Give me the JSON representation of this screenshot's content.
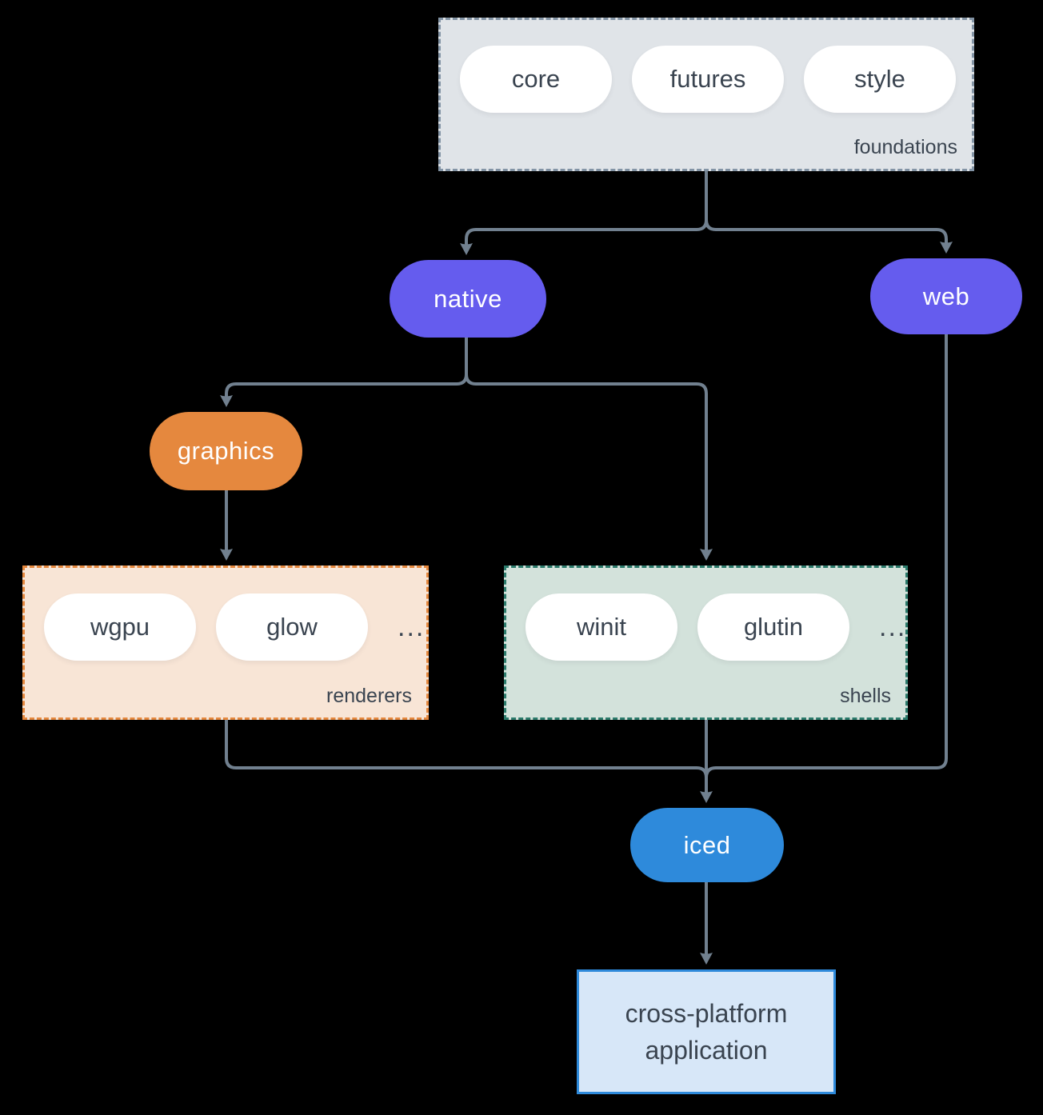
{
  "diagram": {
    "foundations": {
      "label": "foundations",
      "pills": [
        "core",
        "futures",
        "style"
      ]
    },
    "native": {
      "label": "native"
    },
    "web": {
      "label": "web"
    },
    "graphics": {
      "label": "graphics"
    },
    "renderers": {
      "label": "renderers",
      "pills": [
        "wgpu",
        "glow"
      ],
      "ellipsis": "..."
    },
    "shells": {
      "label": "shells",
      "pills": [
        "winit",
        "glutin"
      ],
      "ellipsis": "..."
    },
    "iced": {
      "label": "iced"
    },
    "application": {
      "label": "cross-platform application"
    }
  },
  "colors": {
    "background": "#000000",
    "foundations_fill": "#E0E4E8",
    "foundations_border": "#8394A5",
    "renderers_fill": "#F8E5D6",
    "renderers_border": "#E5883E",
    "shells_fill": "#D3E2DB",
    "shells_border": "#2B7A6B",
    "purple_node": "#655CEE",
    "orange_node": "#E5883E",
    "blue_node": "#2E8ADB",
    "app_fill": "#D7E7F8",
    "app_border": "#2E8ADB",
    "pill_fill": "#FFFFFF",
    "text_dark": "#3A4450",
    "arrow": "#71808F"
  }
}
